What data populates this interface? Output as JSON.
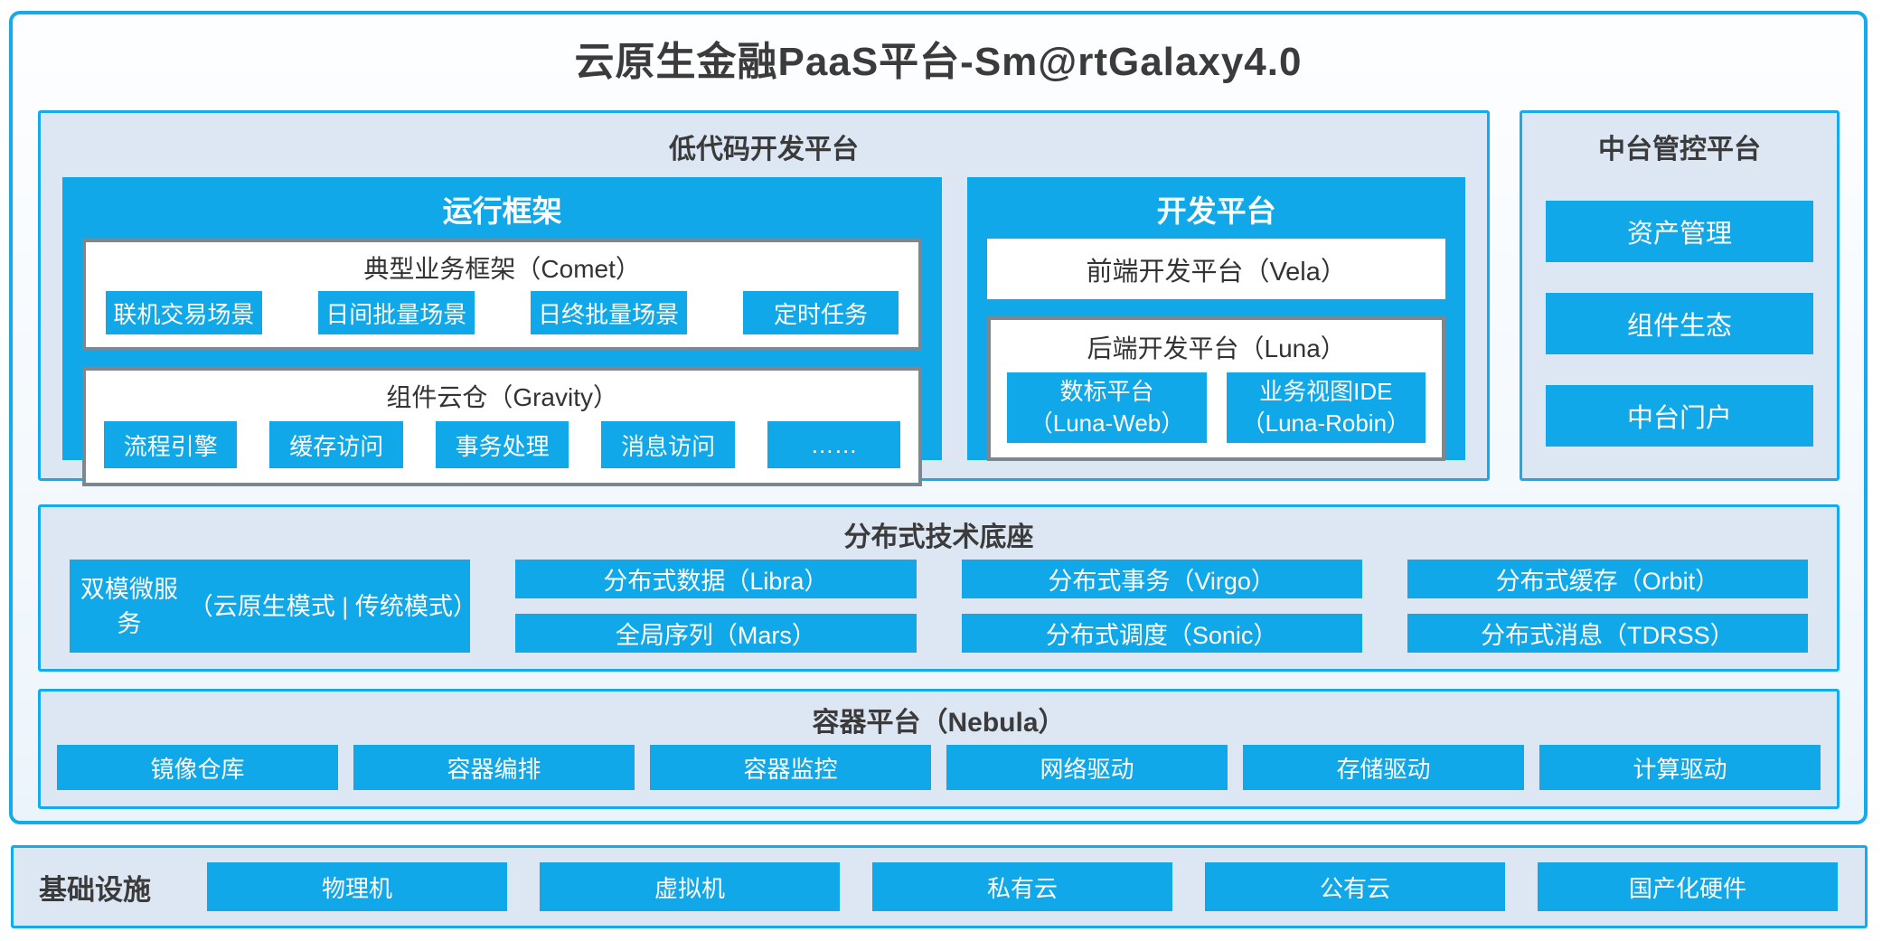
{
  "title": "云原生金融PaaS平台-Sm@rtGalaxy4.0",
  "colors": {
    "accent_blue": "#10a8e8",
    "border_blue": "#14abec",
    "panel_fill": "#dce7f3",
    "frame_border_gray": "#7d8790",
    "dark_text": "#3b3b3b"
  },
  "lowcode": {
    "title": "低代码开发平台",
    "runtime": {
      "title": "运行框架",
      "comet": {
        "title": "典型业务框架（Comet）",
        "items": [
          "联机交易场景",
          "日间批量场景",
          "日终批量场景",
          "定时任务"
        ]
      },
      "gravity": {
        "title": "组件云仓（Gravity）",
        "items": [
          "流程引擎",
          "缓存访问",
          "事务处理",
          "消息访问",
          "……"
        ]
      }
    },
    "dev": {
      "title": "开发平台",
      "vela": "前端开发平台（Vela）",
      "luna": {
        "title": "后端开发平台（Luna）",
        "items": [
          {
            "line1": "数标平台",
            "line2": "（Luna-Web）"
          },
          {
            "line1": "业务视图IDE",
            "line2": "（Luna-Robin）"
          }
        ]
      }
    }
  },
  "midplatform": {
    "title": "中台管控平台",
    "items": [
      "资产管理",
      "组件生态",
      "中台门户"
    ]
  },
  "distributed": {
    "title": "分布式技术底座",
    "dual": {
      "line1": "双模微服务",
      "line2": "（云原生模式 | 传统模式）"
    },
    "items": [
      "分布式数据（Libra）",
      "分布式事务（Virgo）",
      "分布式缓存（Orbit）",
      "全局序列（Mars）",
      "分布式调度（Sonic）",
      "分布式消息（TDRSS）"
    ]
  },
  "container_platform": {
    "title": "容器平台（Nebula）",
    "items": [
      "镜像仓库",
      "容器编排",
      "容器监控",
      "网络驱动",
      "存储驱动",
      "计算驱动"
    ]
  },
  "infrastructure": {
    "title": "基础设施",
    "items": [
      "物理机",
      "虚拟机",
      "私有云",
      "公有云",
      "国产化硬件"
    ]
  }
}
